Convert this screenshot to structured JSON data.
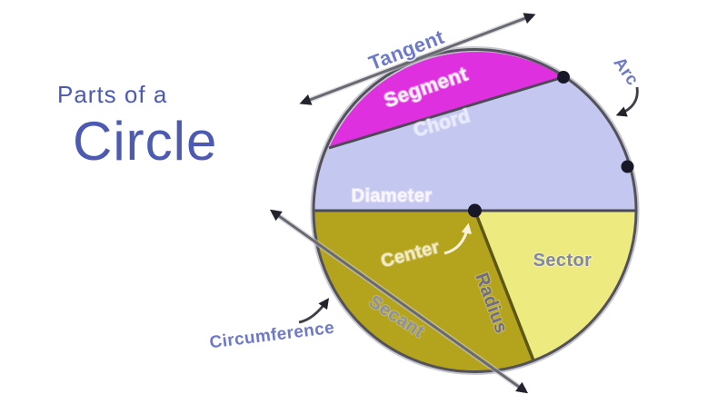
{
  "title": {
    "line1": "Parts of a",
    "line2": "Circle"
  },
  "labels": {
    "tangent": "Tangent",
    "segment": "Segment",
    "chord": "Chord",
    "arc": "Arc",
    "diameter": "Diameter",
    "center": "Center",
    "radius": "Radius",
    "sector": "Sector",
    "secant": "Secant",
    "circumference": "Circumference"
  },
  "colors": {
    "title_blue": "#4c5ab1",
    "segment_fill_magenta": "#df30df",
    "chord_region_fill_lavender": "#c4c8f0",
    "major_region_fill_olive": "#b4a41d",
    "sector_fill_yellow": "#edea80",
    "circle_outline": "#53525c",
    "line_gray": "#696972",
    "arrowhead_dark": "#23232d",
    "label_periwinkle": "#6e7ac8",
    "label_muted_gray_blue": "#8287a6",
    "label_white": "#faf4fd",
    "label_cream": "#f3ecc9",
    "dot_dark": "#171728"
  }
}
